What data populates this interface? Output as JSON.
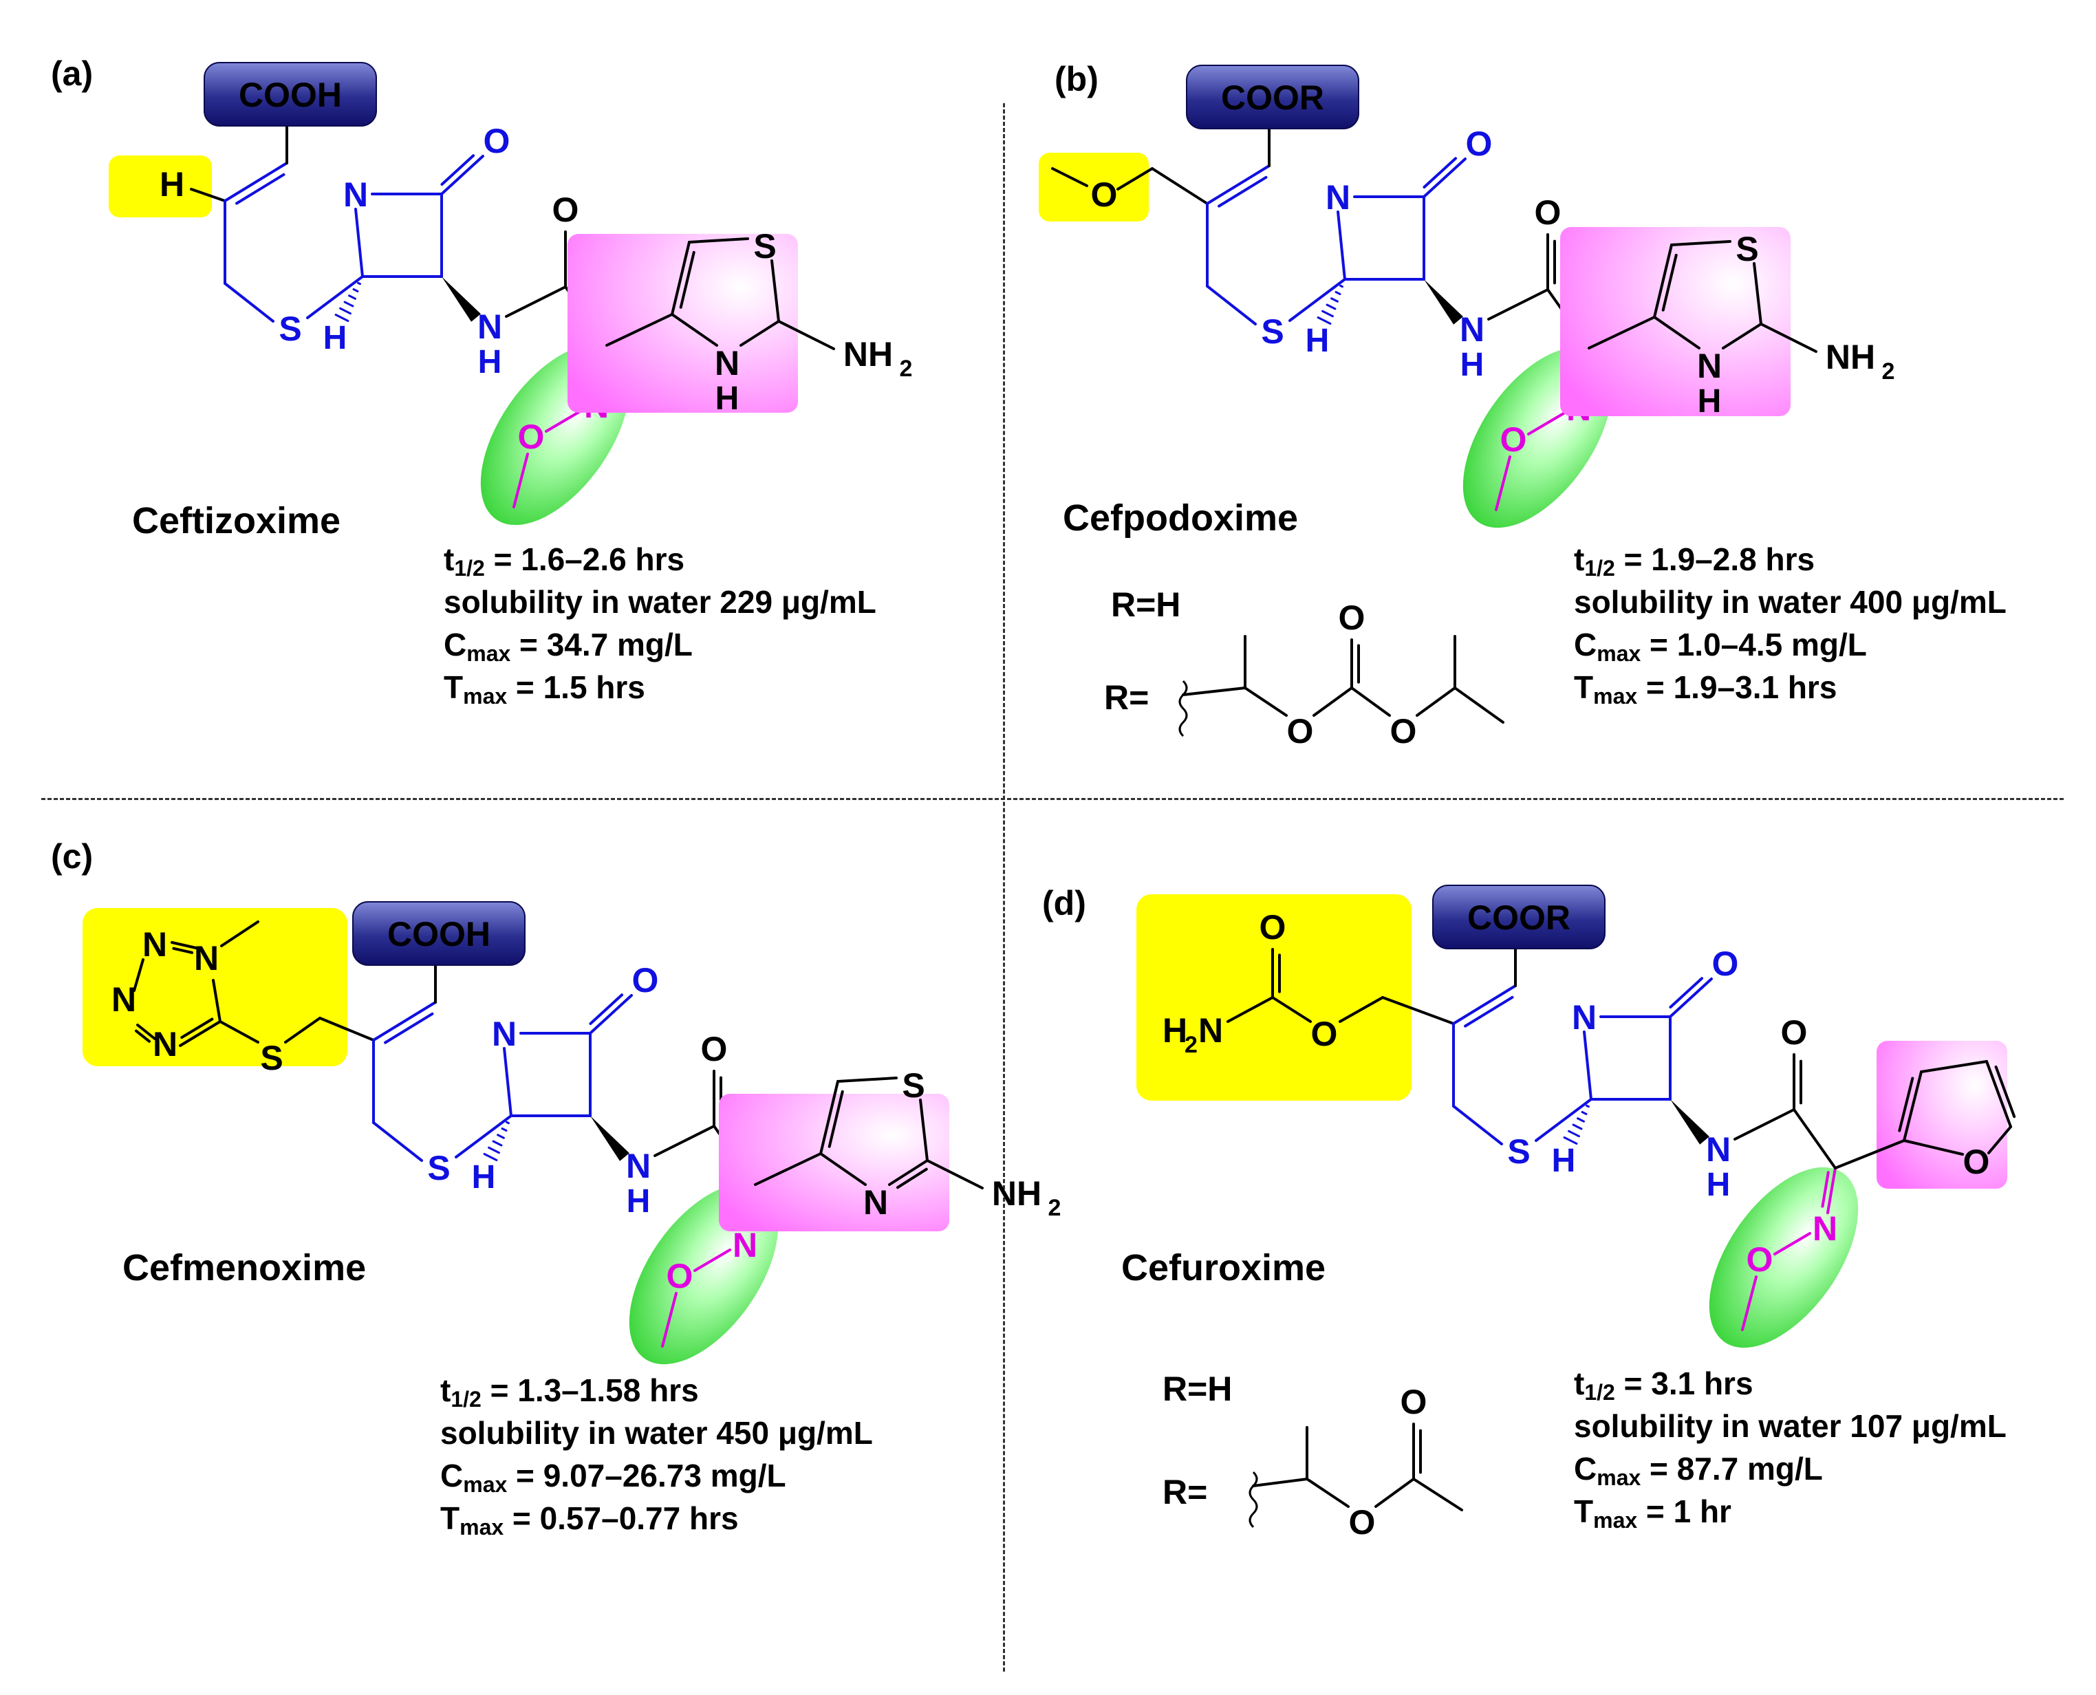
{
  "panels": [
    {
      "label": "(a)",
      "name": "Ceftizoxime",
      "top_group": "COOH",
      "props": [
        {
          "prefix": "t",
          "sub": "1/2",
          "rest": " = 1.6–2.6 hrs"
        },
        {
          "prefix": "solubility in water 229 μg/mL",
          "sub": "",
          "rest": ""
        },
        {
          "prefix": "C",
          "sub": "max",
          "rest": " = 34.7 mg/L"
        },
        {
          "prefix": "T",
          "sub": "max",
          "rest": " = 1.5 hrs"
        }
      ]
    },
    {
      "label": "(b)",
      "name": "Cefpodoxime",
      "top_group": "COOR",
      "r_options": [
        "R=H",
        "R="
      ],
      "props": [
        {
          "prefix": "t",
          "sub": "1/2",
          "rest": " = 1.9–2.8 hrs"
        },
        {
          "prefix": "solubility in water 400 μg/mL",
          "sub": "",
          "rest": ""
        },
        {
          "prefix": "C",
          "sub": "max",
          "rest": " = 1.0–4.5 mg/L"
        },
        {
          "prefix": "T",
          "sub": "max",
          "rest": " = 1.9–3.1 hrs"
        }
      ]
    },
    {
      "label": "(c)",
      "name": "Cefmenoxime",
      "top_group": "COOH",
      "props": [
        {
          "prefix": "t",
          "sub": "1/2",
          "rest": " = 1.3–1.58 hrs"
        },
        {
          "prefix": "solubility in water 450 μg/mL",
          "sub": "",
          "rest": ""
        },
        {
          "prefix": "C",
          "sub": "max",
          "rest": " = 9.07–26.73 mg/L"
        },
        {
          "prefix": "T",
          "sub": "max",
          "rest": " = 0.57–0.77 hrs"
        }
      ]
    },
    {
      "label": "(d)",
      "name": "Cefuroxime",
      "top_group": "COOR",
      "r_options": [
        "R=H",
        "R="
      ],
      "props": [
        {
          "prefix": "t",
          "sub": "1/2",
          "rest": " = 3.1 hrs"
        },
        {
          "prefix": "solubility in water 107 μg/mL",
          "sub": "",
          "rest": ""
        },
        {
          "prefix": "C",
          "sub": "max",
          "rest": " = 87.7 mg/L"
        },
        {
          "prefix": "T",
          "sub": "max",
          "rest": " = 1 hr"
        }
      ]
    }
  ],
  "atoms": {
    "N": "N",
    "S": "S",
    "O": "O",
    "H": "H",
    "NH": "N",
    "H_of_NH": "H",
    "NH2": "NH",
    "sub2": "2",
    "H2N": "H",
    "sub2b": "2",
    "N_of_H2N": "N"
  },
  "colors": {
    "core": "#1010e0",
    "oxime": "#e000e0",
    "highlight_side": "#ffff00",
    "highlight_ring": "#ff80ff",
    "highlight_oxime": "#33dd33",
    "cap_dark": "#10106a",
    "cap_light": "#6a70c8",
    "text": "#000000"
  }
}
